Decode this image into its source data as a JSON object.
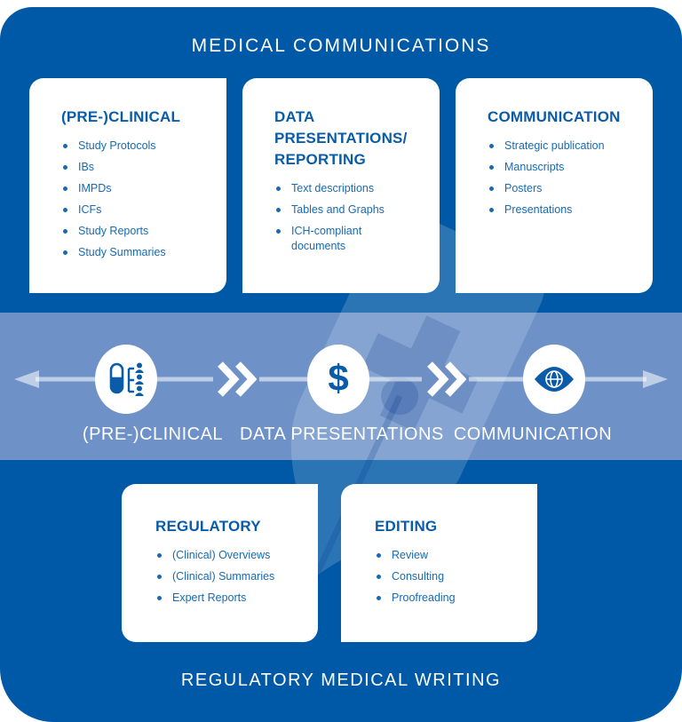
{
  "colors": {
    "panel_blue": "#0059A6",
    "band_blue": "#6E92C8",
    "card_white": "#FFFFFF",
    "heading_blue": "#0A5CA9",
    "item_blue": "#176AB3",
    "arrow_light": "rgba(255,255,255,0.55)"
  },
  "top_section": {
    "title": "MEDICAL COMMUNICATIONS",
    "cards": [
      {
        "heading": "(PRE-)CLINICAL",
        "items": [
          "Study Protocols",
          "IBs",
          "IMPDs",
          "ICFs",
          "Study Reports",
          "Study Summaries"
        ]
      },
      {
        "heading": "DATA PRESENTATIONS/ REPORTING",
        "items": [
          "Text descriptions",
          "Tables and Graphs",
          "ICH-compliant documents"
        ]
      },
      {
        "heading": "COMMUNICATION",
        "items": [
          "Strategic publication",
          "Manuscripts",
          "Posters",
          "Presentations"
        ]
      }
    ]
  },
  "flow_band": {
    "steps": [
      {
        "icon": "clinical-study-icon",
        "label": "(PRE-)CLINICAL"
      },
      {
        "icon": "dollar-sign-icon",
        "symbol": "$",
        "label": "DATA PRESENTATIONS"
      },
      {
        "icon": "eye-icon",
        "label": "COMMUNICATION"
      }
    ]
  },
  "bottom_section": {
    "title": "REGULATORY MEDICAL WRITING",
    "cards": [
      {
        "heading": "REGULATORY",
        "items": [
          "(Clinical) Overviews",
          "(Clinical) Summaries",
          "Expert Reports"
        ]
      },
      {
        "heading": "EDITING",
        "items": [
          "Review",
          "Consulting",
          "Proofreading"
        ]
      }
    ]
  }
}
